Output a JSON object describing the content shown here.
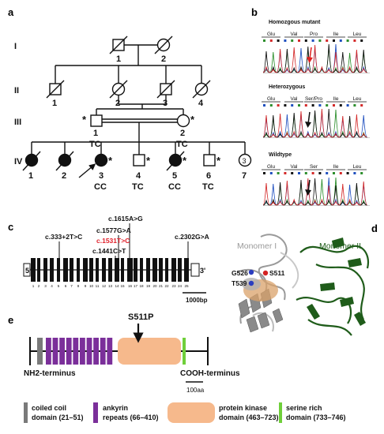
{
  "panels": {
    "a": "a",
    "b": "b",
    "c": "c",
    "d": "d",
    "e": "e"
  },
  "pedigree": {
    "generations": [
      "I",
      "II",
      "III",
      "IV"
    ],
    "gen1": [
      "1",
      "2"
    ],
    "gen2": [
      "1",
      "2",
      "3",
      "4"
    ],
    "gen3": [
      {
        "num": "1",
        "genotype": "TC"
      },
      {
        "num": "2",
        "genotype": "TC"
      }
    ],
    "gen4": [
      {
        "num": "1",
        "genotype": ""
      },
      {
        "num": "2",
        "genotype": ""
      },
      {
        "num": "3",
        "genotype": "CC"
      },
      {
        "num": "4",
        "genotype": "TC"
      },
      {
        "num": "5",
        "genotype": "CC"
      },
      {
        "num": "6",
        "genotype": "TC"
      },
      {
        "num": "7",
        "genotype": ""
      }
    ],
    "star": "*",
    "group_count": "3"
  },
  "chromatograms": [
    {
      "title": "Homozgous mutant",
      "codons": [
        "Glu",
        "Val",
        "Pro",
        "Ile",
        "Leu"
      ]
    },
    {
      "title": "Heterozygous",
      "codons": [
        "Glu",
        "Val",
        "Ser/Pro",
        "Ile",
        "Leu"
      ]
    },
    {
      "title": "Wildtype",
      "codons": [
        "Glu",
        "Val",
        "Ser",
        "Ile",
        "Leu"
      ]
    }
  ],
  "gene": {
    "variants": [
      "c.1615A>G",
      "c.1577G>A",
      "c.1531T>C",
      "c.1441C>T",
      "c.333+2T>C",
      "c.2302G>A"
    ],
    "variant_highlight_color": "#e0202a",
    "exon_numbers": [
      "1",
      "2",
      "3",
      "4",
      "5",
      "6",
      "7",
      "8",
      "9",
      "10",
      "11",
      "12",
      "13",
      "14",
      "15",
      "16",
      "17",
      "18",
      "19",
      "20",
      "21",
      "22",
      "23",
      "24",
      "25"
    ],
    "five_prime": "5'",
    "three_prime": "3'",
    "scale": "1000bp"
  },
  "structure": {
    "monomer1": "Monomer I",
    "monomer2": "Monomer II",
    "residues": [
      "G526",
      "S511",
      "T539"
    ],
    "monomer2_color": "#1f5c1a"
  },
  "protein": {
    "mutation": "S511P",
    "n_term": "NH2-terminus",
    "c_term": "COOH-terminus",
    "scale": "100aa",
    "colors": {
      "coil": "#7a7a7a",
      "ankyrin": "#7b2f9a",
      "kinase": "#f6b98c",
      "serine": "#6fcf3a"
    }
  },
  "legend": [
    {
      "name": "coiled coil",
      "range": "domain (21–51)",
      "color": "#7a7a7a"
    },
    {
      "name": "ankyrin",
      "range": "repeats (66–410)",
      "color": "#7b2f9a"
    },
    {
      "name": "protein kinase",
      "range": "domain (463–723)",
      "color": "#f6b98c"
    },
    {
      "name": "serine rich",
      "range": "domain (733–746)",
      "color": "#6fcf3a"
    }
  ]
}
